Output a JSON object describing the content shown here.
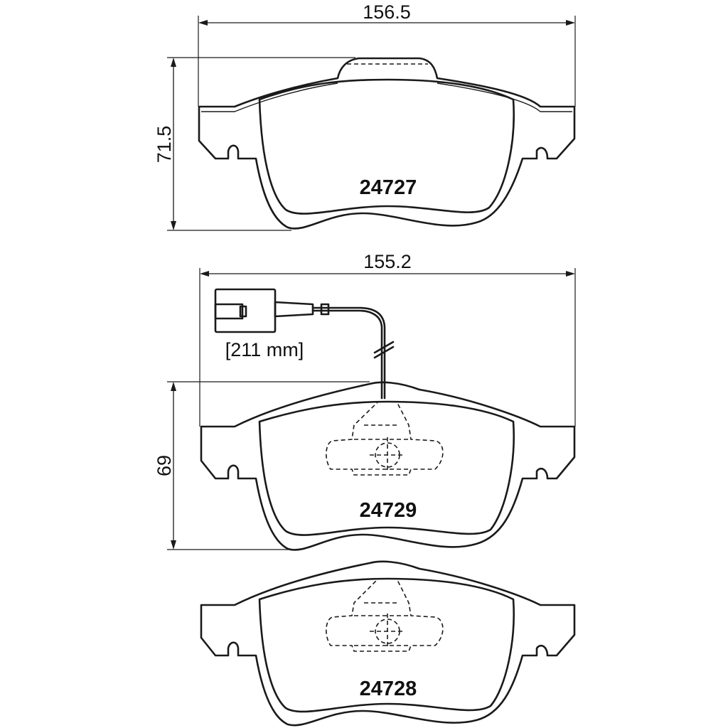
{
  "dimensions": {
    "top_width": "156.5",
    "top_height": "71.5",
    "middle_width": "155.2",
    "middle_height": "69",
    "wire_length": "[211 mm]"
  },
  "parts": {
    "top": "24727",
    "middle": "24729",
    "bottom": "24728"
  }
}
